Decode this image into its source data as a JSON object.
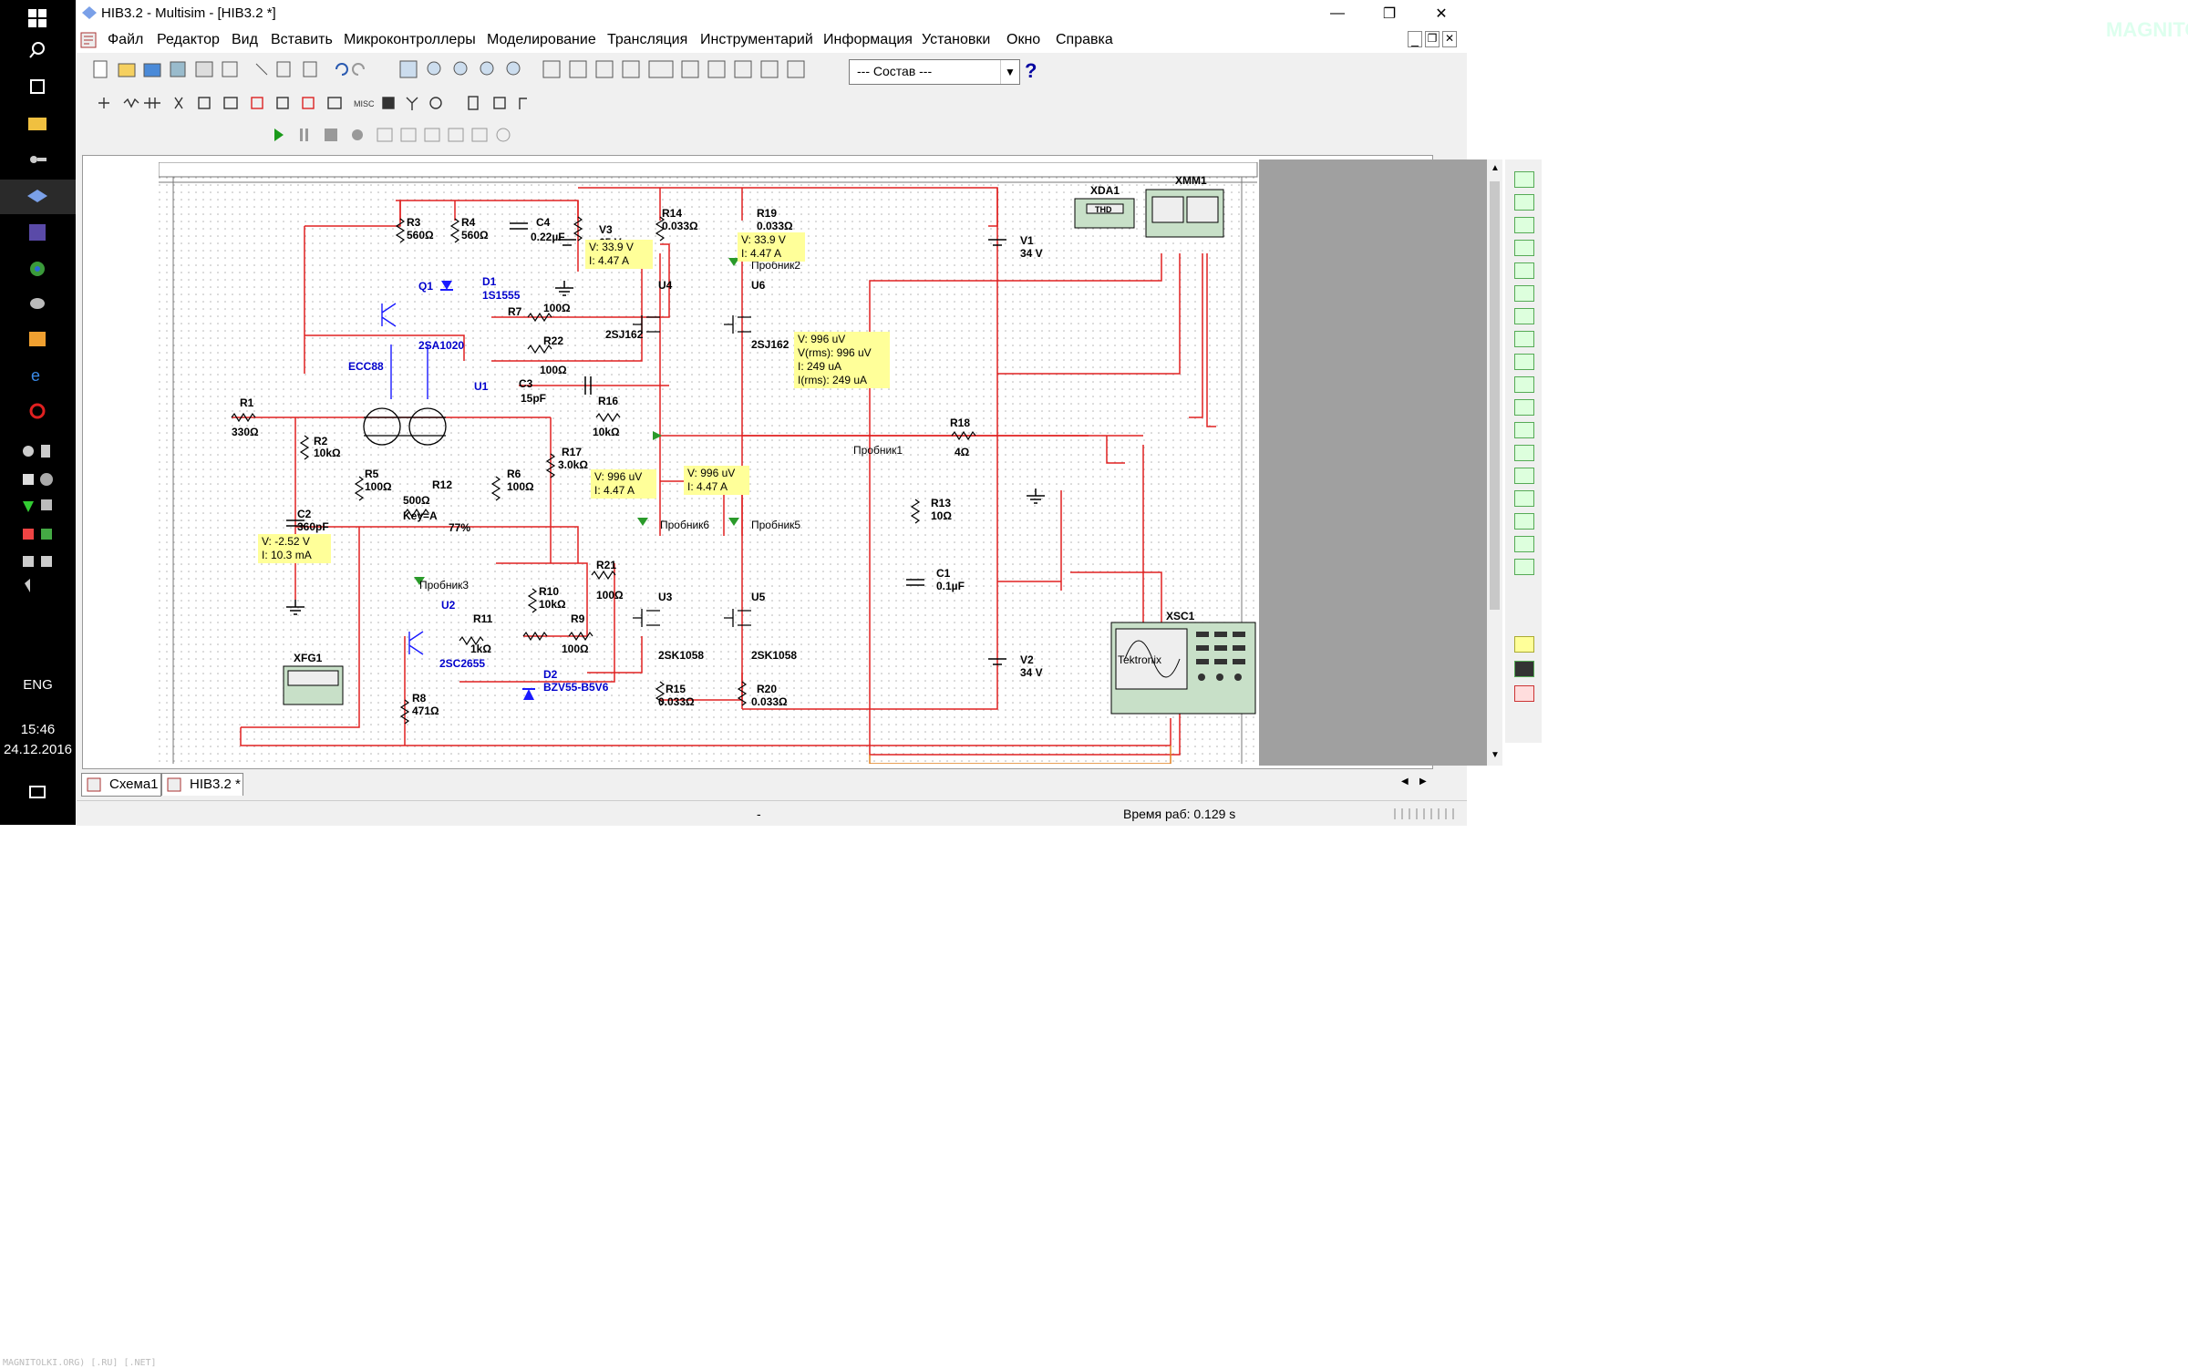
{
  "window": {
    "title": "НІВ3.2 - Multisim - [НІВ3.2 *]",
    "minimize": "—",
    "restore": "❐",
    "close": "✕",
    "doc_minimize": "_",
    "doc_restore": "❐",
    "doc_close": "✕"
  },
  "menu": [
    "Файл",
    "Редактор",
    "Вид",
    "Вставить",
    "Микроконтроллеры",
    "Моделирование",
    "Трансляция",
    "Инструментарий",
    "Информация",
    "Установки",
    "Окно",
    "Справка"
  ],
  "toolbar": {
    "combo_value": "--- Состав ---",
    "help": "?"
  },
  "taskbar": {
    "lang": "ENG",
    "time": "15:46",
    "date": "24.12.2016"
  },
  "tabs": [
    "Схема1",
    "НІВ3.2 *"
  ],
  "status": {
    "center": "-",
    "runtime": "Время раб: 0.129 s"
  },
  "schematic": {
    "components": {
      "R3": "R3",
      "R3v": "560Ω",
      "R4": "R4",
      "R4v": "560Ω",
      "C4": "C4",
      "C4v": "0.22µF",
      "V3": "V3",
      "V3v": "65 V",
      "Q1": "Q1",
      "Q1v": "2SA1020",
      "D1": "D1",
      "D1v": "1S1555",
      "R7": "R7",
      "R7v": "100Ω",
      "R22": "R22",
      "R22v": "100Ω",
      "ECC88": "ECC88",
      "U1": "U1",
      "C3": "C3",
      "C3v": "15pF",
      "R16": "R16",
      "R16v": "10kΩ",
      "R1": "R1",
      "R1v": "330Ω",
      "R2": "R2",
      "R2v": "10kΩ",
      "R5": "R5",
      "R5v": "100Ω",
      "R12": "R12",
      "R12v": "500Ω",
      "R6": "R6",
      "R6v": "100Ω",
      "R17": "R17",
      "R17v": "3.0kΩ",
      "key": "Key=A",
      "pct": "77%",
      "C2": "C2",
      "C2v": "360pF",
      "U2": "U2",
      "U2v": "2SC2655",
      "R11": "R11",
      "R11v": "1kΩ",
      "R10": "R10",
      "R10v": "10kΩ",
      "R9": "R9",
      "R9v": "100Ω",
      "R21": "R21",
      "R21v": "100Ω",
      "D2": "D2",
      "D2v": "BZV55-B5V6",
      "R8": "R8",
      "R8v": "471Ω",
      "XFG1": "XFG1",
      "R14": "R14",
      "R14v": "0.033Ω",
      "R19": "R19",
      "R19v": "0.033Ω",
      "U4": "U4",
      "U4v": "2SJ162",
      "U6": "U6",
      "U6v": "2SJ162",
      "U3": "U3",
      "U3v": "2SK1058",
      "U5": "U5",
      "U5v": "2SK1058",
      "R15": "R15",
      "R15v": "0.033Ω",
      "R20": "R20",
      "R20v": "0.033Ω",
      "V1": "V1",
      "V1v": "34 V",
      "V2": "V2",
      "V2v": "34 V",
      "R18": "R18",
      "R18v": "4Ω",
      "R13": "R13",
      "R13v": "10Ω",
      "C1": "C1",
      "C1v": "0.1µF",
      "XDA1": "XDA1",
      "THD": "THD",
      "XMM1": "XMM1",
      "XSC1": "XSC1",
      "tek": "Tektronix"
    },
    "probes": {
      "p1": "Пробник1",
      "p2": "Пробник2",
      "p3": "Пробник3",
      "p5": "Пробник5",
      "p6": "Пробник6"
    },
    "probe_boxes": {
      "b1": [
        "V: 33.9 V",
        "I: 4.47 A"
      ],
      "b2": [
        "V: 33.9 V",
        "I: 4.47 A"
      ],
      "b3": [
        "V: 996 uV",
        "V(rms): 996 uV",
        "I: 249 uA",
        "I(rms): 249 uA"
      ],
      "b4": [
        "V: 996 uV",
        "I: 4.47 A"
      ],
      "b5": [
        "V: 996 uV",
        "I: 4.47 A"
      ],
      "b6": [
        "V: -2.52 V",
        "I: 10.3 mA"
      ]
    }
  },
  "watermark": "MAGNITOLA",
  "footer_watermark": "MAGNITOLKI.ORG) [.RU] [.NET]",
  "colors": {
    "wire": "#e02020",
    "component": "#000000",
    "net_blue": "#1a1aff",
    "probe_box": "#ffff99",
    "canvas_gray": "#a0a0a0"
  }
}
